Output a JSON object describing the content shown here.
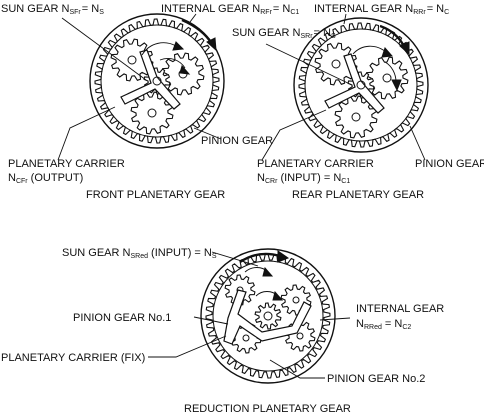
{
  "front": {
    "sun_gear": {
      "name": "SUN GEAR N",
      "sub": "SFr",
      "eq": "= N",
      "eq_sub": "S"
    },
    "internal_gear": {
      "name": "INTERNAL GEAR N",
      "sub": "RFr",
      "eq": "= N",
      "eq_sub": "C1"
    },
    "pinion_gear": "PINION GEAR",
    "carrier_line1": "PLANETARY CARRIER",
    "carrier_line2": {
      "name": "N",
      "sub": "CFr",
      "rest": " (OUTPUT)"
    },
    "caption": "FRONT PLANETARY GEAR"
  },
  "rear": {
    "internal_gear": {
      "name": "INTERNAL GEAR N",
      "sub": "RRr",
      "eq": "= N",
      "eq_sub": "C"
    },
    "sun_gear": {
      "name": "SUN GEAR N",
      "sub": "SRr",
      "eq": "= N",
      "eq_sub": "S"
    },
    "pinion_gear": "PINION GEAR",
    "carrier_line1": "PLANETARY CARRIER",
    "carrier_line2": {
      "name": "N",
      "sub": "CRr",
      "rest": " (INPUT) = N",
      "rest_sub": "C1"
    },
    "caption": "REAR PLANETARY GEAR"
  },
  "reduction": {
    "sun_gear": {
      "name": "SUN GEAR N",
      "sub": "SRed",
      "rest": " (INPUT)  = N",
      "rest_sub": "S"
    },
    "internal_gear_line1": "INTERNAL GEAR",
    "internal_gear_line2": {
      "name": "N",
      "sub": "RRed",
      "eq": " = N",
      "eq_sub": "C2"
    },
    "pinion_no1": "PINION GEAR No.1",
    "carrier": "PLANETARY CARRIER (FIX)",
    "pinion_no2": "PINION GEAR No.2",
    "caption": "REDUCTION PLANETARY GEAR"
  },
  "colors": {
    "ink": "#111111",
    "paper": "#ffffff"
  }
}
